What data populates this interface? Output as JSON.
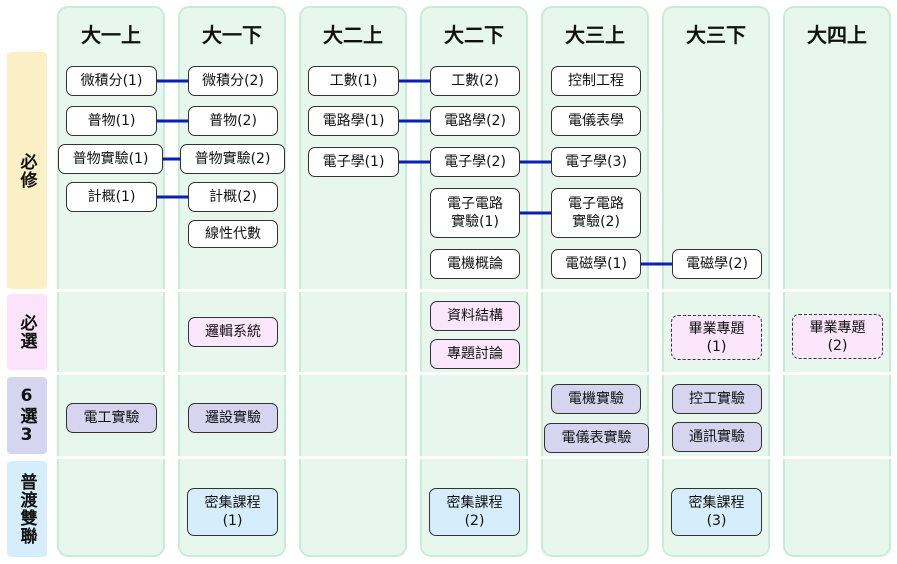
{
  "columns": [
    {
      "key": "y1a",
      "label": "大一上"
    },
    {
      "key": "y1b",
      "label": "大一下"
    },
    {
      "key": "y2a",
      "label": "大二上"
    },
    {
      "key": "y2b",
      "label": "大二下"
    },
    {
      "key": "y3a",
      "label": "大三上"
    },
    {
      "key": "y3b",
      "label": "大三下"
    },
    {
      "key": "y4a",
      "label": "大四上"
    }
  ],
  "categories": [
    {
      "key": "required",
      "label": "必修",
      "color": "#fbefc5"
    },
    {
      "key": "required_elective",
      "label": "必選",
      "color": "#fbe3fb"
    },
    {
      "key": "choose",
      "label": "6選3",
      "color": "#d6d4ee"
    },
    {
      "key": "joint",
      "label": "普渡雙聯",
      "color": "#d6eefb"
    }
  ],
  "courses": {
    "calc1": "微積分(1)",
    "calc2": "微積分(2)",
    "phys1": "普物(1)",
    "phys2": "普物(2)",
    "physlab1": "普物實驗(1)",
    "physlab2": "普物實驗(2)",
    "cs1": "計概(1)",
    "cs2": "計概(2)",
    "linalg": "線性代數",
    "eng1": "工數(1)",
    "eng2": "工數(2)",
    "circ1": "電路學(1)",
    "circ2": "電路學(2)",
    "elec1": "電子學(1)",
    "elec2": "電子學(2)",
    "elec3": "電子學(3)",
    "eclab1": "電子電路\n實驗(1)",
    "eclab2": "電子電路\n實驗(2)",
    "machine": "電機概論",
    "control": "控制工程",
    "instr": "電儀表學",
    "em1": "電磁學(1)",
    "em2": "電磁學(2)",
    "logic": "邏輯系統",
    "ds": "資料結構",
    "seminar": "專題討論",
    "proj1": "畢業專題\n(1)",
    "proj2": "畢業專題\n(2)",
    "eelab": "電工實驗",
    "logiclab": "邏設實驗",
    "machlab": "電機實驗",
    "instrlab": "電儀表實驗",
    "ctrllab": "控工實驗",
    "commlab": "通訊實驗",
    "intense1": "密集課程\n(1)",
    "intense2": "密集課程\n(2)",
    "intense3": "密集課程\n(3)"
  },
  "links": [
    [
      "calc1",
      "calc2"
    ],
    [
      "phys1",
      "phys2"
    ],
    [
      "physlab1",
      "physlab2"
    ],
    [
      "cs1",
      "cs2"
    ],
    [
      "eng1",
      "eng2"
    ],
    [
      "circ1",
      "circ2"
    ],
    [
      "elec1",
      "elec2"
    ],
    [
      "elec2",
      "elec3"
    ],
    [
      "eclab1",
      "eclab2"
    ],
    [
      "em1",
      "em2"
    ]
  ],
  "colors": {
    "column_bg": "#e7f7ee",
    "column_border": "#c9ecd8",
    "link": "#0a1fb8"
  }
}
